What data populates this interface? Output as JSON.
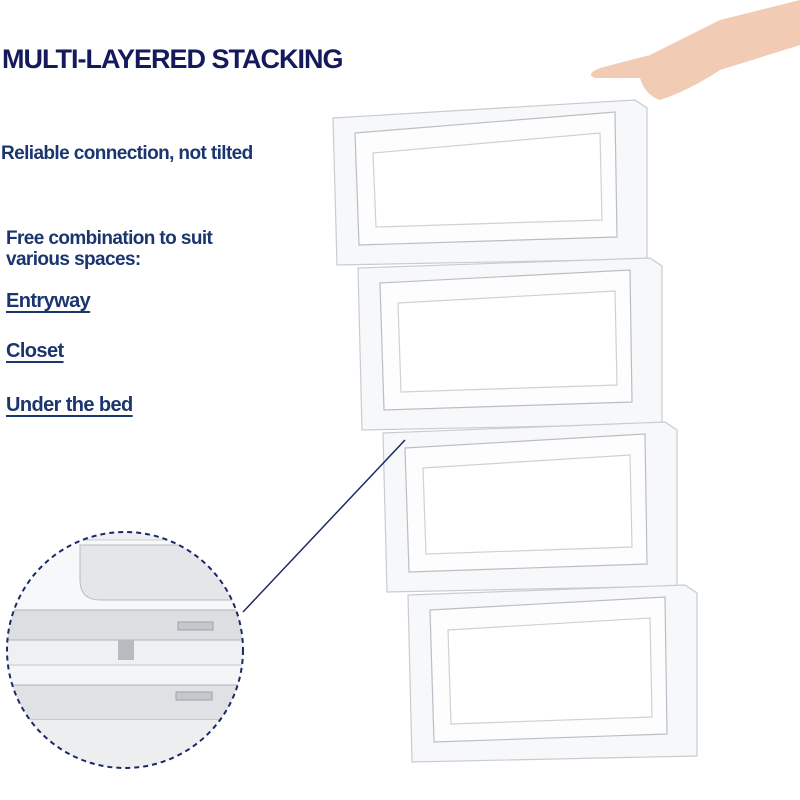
{
  "title": "MULTI-LAYERED STACKING",
  "subtitle": "Reliable connection, not tilted",
  "combination_text": "Free combination to suit various spaces:",
  "locations": [
    "Entryway",
    "Closet",
    "Under the bed"
  ],
  "colors": {
    "title": "#141a5c",
    "text": "#1b356f",
    "callout": "#1b2a66"
  }
}
